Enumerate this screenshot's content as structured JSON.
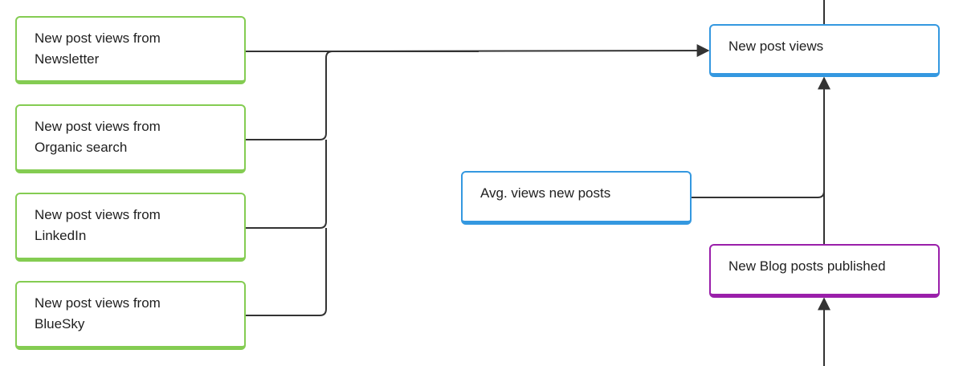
{
  "nodes": {
    "newsletter": "New post views from\nNewsletter",
    "organic": "New post views from\nOrganic search",
    "linkedin": "New post views from\nLinkedIn",
    "bluesky": "New post views from\nBlueSky",
    "new_post_views": "New post views",
    "avg_views": "Avg. views new posts",
    "blog_posts": "New Blog posts published"
  },
  "colors": {
    "source_border": "#84cc52",
    "metric_border": "#3498e0",
    "input_border": "#9a1faa",
    "connector": "#333333"
  }
}
